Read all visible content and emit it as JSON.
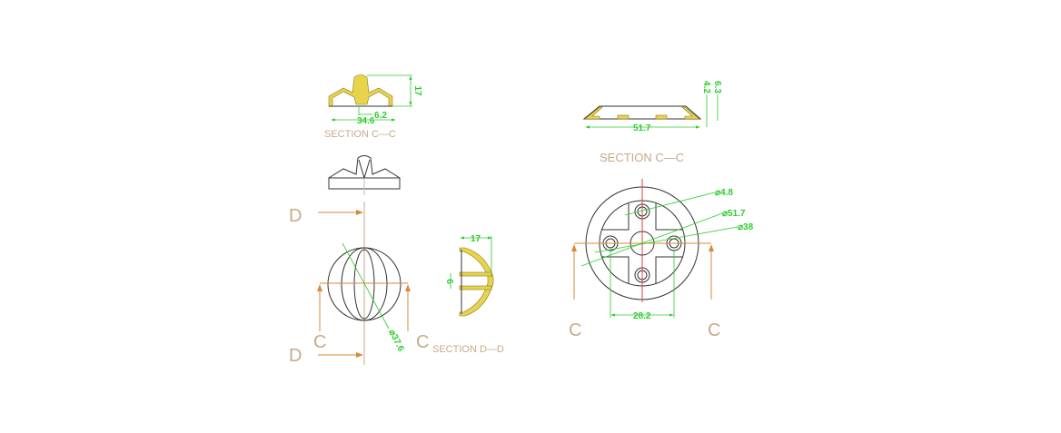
{
  "drawing": {
    "left_section": {
      "title": "SECTION C—C",
      "dims": {
        "height": "17",
        "stem": "6.2",
        "width": "34.6"
      }
    },
    "front_view": {
      "section_marks": {
        "d_top": "D",
        "d_bottom": "D",
        "c_left": "C",
        "c_right": "C"
      },
      "diameter": "⌀37.6"
    },
    "section_dd": {
      "title": "SECTION D—D",
      "dims": {
        "depth": "17",
        "rib": "6"
      }
    },
    "right_section": {
      "title": "SECTION C—C",
      "dims": {
        "width": "51.7",
        "h1": "4.2",
        "h2": "6.3"
      }
    },
    "plan_view": {
      "section_marks": {
        "c_left": "C",
        "c_right": "C"
      },
      "dims": {
        "hole": "⌀4.8",
        "outer": "⌀51.7",
        "inner": "⌀38",
        "spacing": "28.2"
      }
    }
  },
  "colors": {
    "section_fill": "#e8d44a",
    "dimension": "#2ecc2e",
    "section_mark": "#d98a3a",
    "label": "#c8a98a"
  }
}
